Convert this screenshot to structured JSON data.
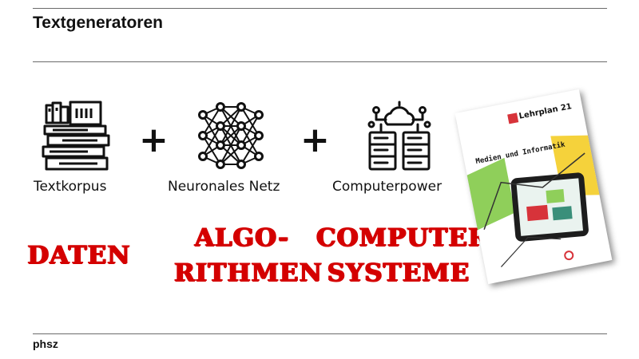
{
  "slide": {
    "title": "Textgeneratoren",
    "footer": "phsz"
  },
  "formula": {
    "items": [
      {
        "caption": "Textkorpus",
        "icon": "books-icon",
        "stamp": "DATEN"
      },
      {
        "caption": "Neuronales Netz",
        "icon": "neural-network-icon",
        "stamp_line1": "ALGO-",
        "stamp_line2": "RITHMEN"
      },
      {
        "caption": "Computerpower",
        "icon": "cloud-server-icon",
        "stamp_line1": "COMPUTER-",
        "stamp_line2": "SYSTEME"
      }
    ],
    "operator": "+"
  },
  "cover": {
    "logo": "Lehrplan 21",
    "heading": "Medien und Informatik"
  },
  "colors": {
    "stamp": "#d40000",
    "rule": "#6b6b6b",
    "cover_yellow": "#f5d23b",
    "cover_green": "#8fcf5a",
    "cover_red": "#d7333a"
  }
}
